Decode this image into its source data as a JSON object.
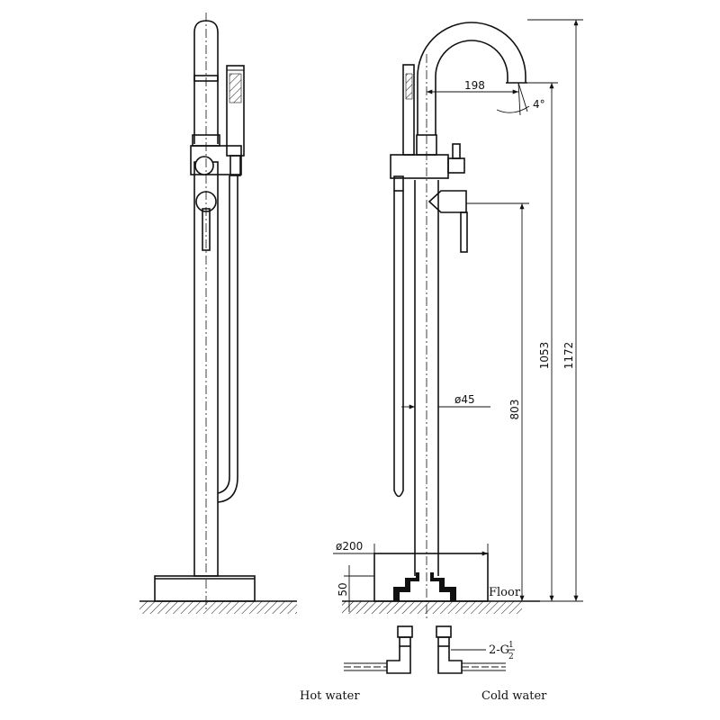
{
  "dimensions": {
    "spout_reach": "198",
    "spout_angle": "4°",
    "total_height": "1172",
    "spout_height": "1053",
    "valve_height": "803",
    "pipe_diameter": "ø45",
    "base_diameter": "ø200",
    "base_height": "50"
  },
  "labels": {
    "floor": "Floor",
    "connection": "2-G",
    "connection_fraction_num": "1",
    "connection_fraction_den": "2",
    "hot_water": "Hot water",
    "cold_water": "Cold water"
  },
  "colors": {
    "line": "#111111",
    "background": "#ffffff"
  }
}
